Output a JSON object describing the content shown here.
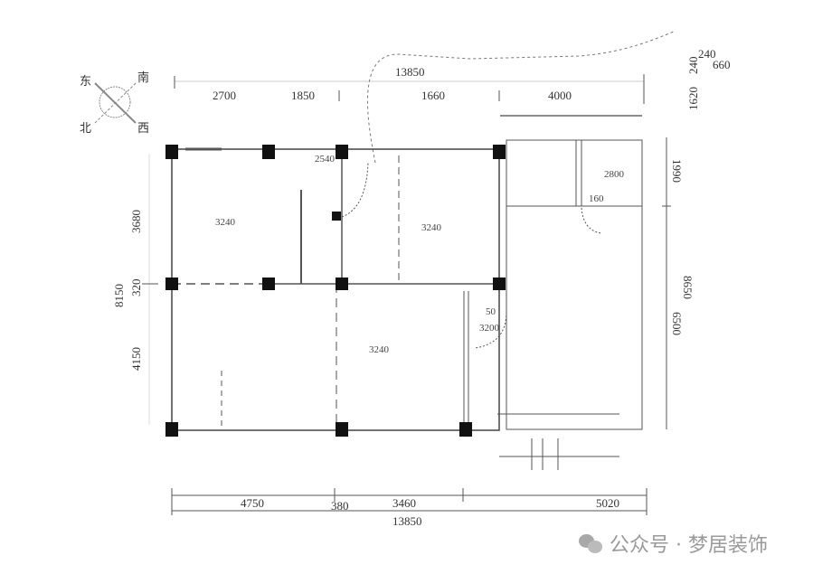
{
  "compass": {
    "east": "东",
    "south": "南",
    "north": "北",
    "west": "西"
  },
  "top_dimensions": {
    "total": "13850",
    "segments": [
      "2700",
      "1850",
      "1660",
      "4000"
    ]
  },
  "bottom_dimensions": {
    "segments": [
      "4750",
      "380",
      "3460",
      "5020"
    ],
    "total": "13850"
  },
  "left_dimensions": {
    "segments": [
      "3680",
      "320",
      "4150"
    ],
    "total": "8150"
  },
  "right_dimensions": {
    "segments": [
      "1990",
      "6500"
    ],
    "total": "8650"
  },
  "corner_dimensions": {
    "a": "240",
    "b": "660",
    "c": "240",
    "d": "1620"
  },
  "room_heights": {
    "living_top_left": "3240",
    "room_top_middle": "3240",
    "room_bottom_middle": "3240",
    "entry": "2540",
    "door_a": "50",
    "door_b": "3200",
    "bath": "2800",
    "step": "160"
  },
  "watermark": {
    "text": "公众号 · 梦居装饰"
  }
}
